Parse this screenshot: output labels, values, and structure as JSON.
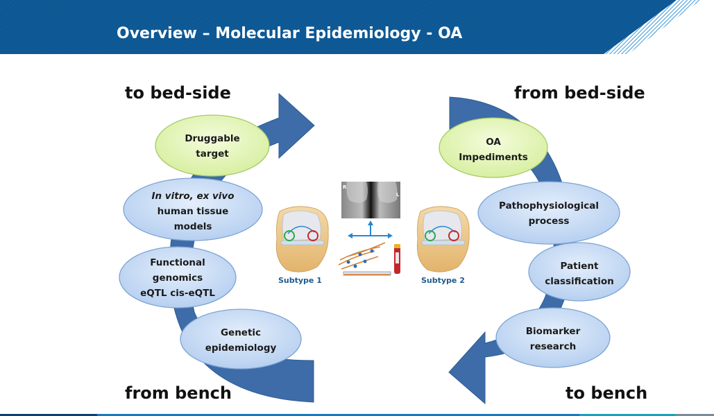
{
  "header": {
    "title": "Overview – Molecular Epidemiology - OA"
  },
  "corners": {
    "top_left": "to bed-side",
    "bottom_left": "from bench",
    "top_right": "from bed-side",
    "bottom_right": "to bench"
  },
  "left_cycle": {
    "nodes": [
      {
        "lines": [
          "Druggable",
          "target"
        ],
        "style": "green"
      },
      {
        "lines": [
          "In vitro, ex vivo",
          "human tissue",
          "models"
        ],
        "style": "blue",
        "italic_first_line": true
      },
      {
        "lines": [
          "Functional",
          "genomics",
          "eQTL cis-eQTL"
        ],
        "style": "blue"
      },
      {
        "lines": [
          "Genetic",
          "epidemiology"
        ],
        "style": "blue"
      }
    ]
  },
  "right_cycle": {
    "nodes": [
      {
        "lines": [
          "OA",
          "Impediments"
        ],
        "style": "green"
      },
      {
        "lines": [
          "Pathophysiological",
          "process"
        ],
        "style": "blue"
      },
      {
        "lines": [
          "Patient",
          "classification"
        ],
        "style": "blue"
      },
      {
        "lines": [
          "Biomarker",
          "research"
        ],
        "style": "blue"
      }
    ]
  },
  "center": {
    "subtype_left": "Subtype 1",
    "subtype_right": "Subtype 2",
    "xray_left_marker": "R",
    "xray_right_marker": "L",
    "icons": [
      "knee-joint-illustration",
      "knee-xray-image",
      "cell-culture-illustration",
      "blood-tube-icon",
      "three-way-arrow-icon"
    ]
  },
  "colors": {
    "header_blue": "#0d5a96",
    "arrow_blue": "#3f6fae",
    "arrow_dark": "#2f5e96",
    "node_green_fill": "#e4f5b8",
    "node_green_stroke": "#a6c965",
    "node_blue_fill": "#c9ddf5",
    "node_blue_stroke": "#7da3d3",
    "subtype_text": "#1f5a8e",
    "footer": [
      "#0c3e74",
      "#1479bf",
      "#16a2b8",
      "#7a8a98"
    ]
  }
}
